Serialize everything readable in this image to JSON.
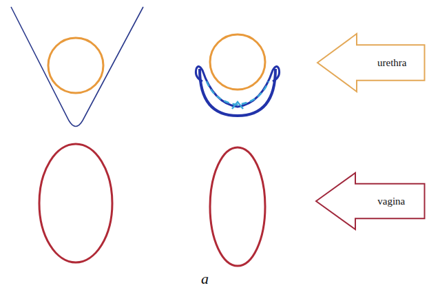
{
  "diagram": {
    "nodes": [
      {
        "text": [
          "urethra"
        ]
      },
      {
        "text": [
          "vagina"
        ]
      }
    ],
    "labels": [
      "a"
    ]
  }
}
